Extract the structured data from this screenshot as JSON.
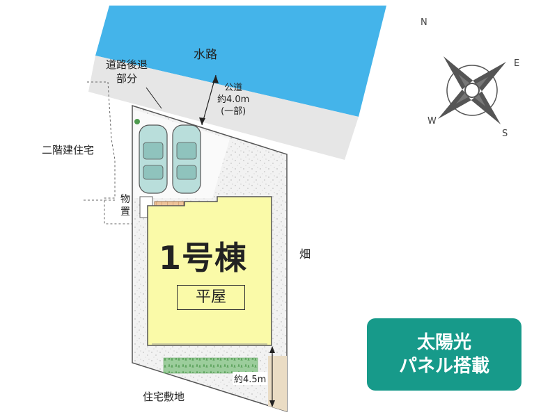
{
  "labels": {
    "waterway": "水路",
    "setback_line1": "道路後退",
    "setback_line2": "部分",
    "road_line1": "公道",
    "road_line2": "約4.0m",
    "road_line3": "(一部)",
    "neighbor_house": "二階建住宅",
    "storage_line1": "物",
    "storage_line2": "置",
    "field": "畑",
    "residential_site": "住宅敷地",
    "dimension_south": "約4.5m",
    "building_name": "1号棟",
    "building_type": "平屋"
  },
  "badge": {
    "line1": "太陽光",
    "line2": "パネル搭載"
  },
  "compass": {
    "north": "N",
    "east": "E",
    "south": "S",
    "west": "W"
  },
  "colors": {
    "water": "#44b4ea",
    "road": "#e6e6e6",
    "building": "#fafaa8",
    "badge": "#179a8a",
    "garden": "#8fc48f",
    "terrace": "#e7b98a"
  }
}
